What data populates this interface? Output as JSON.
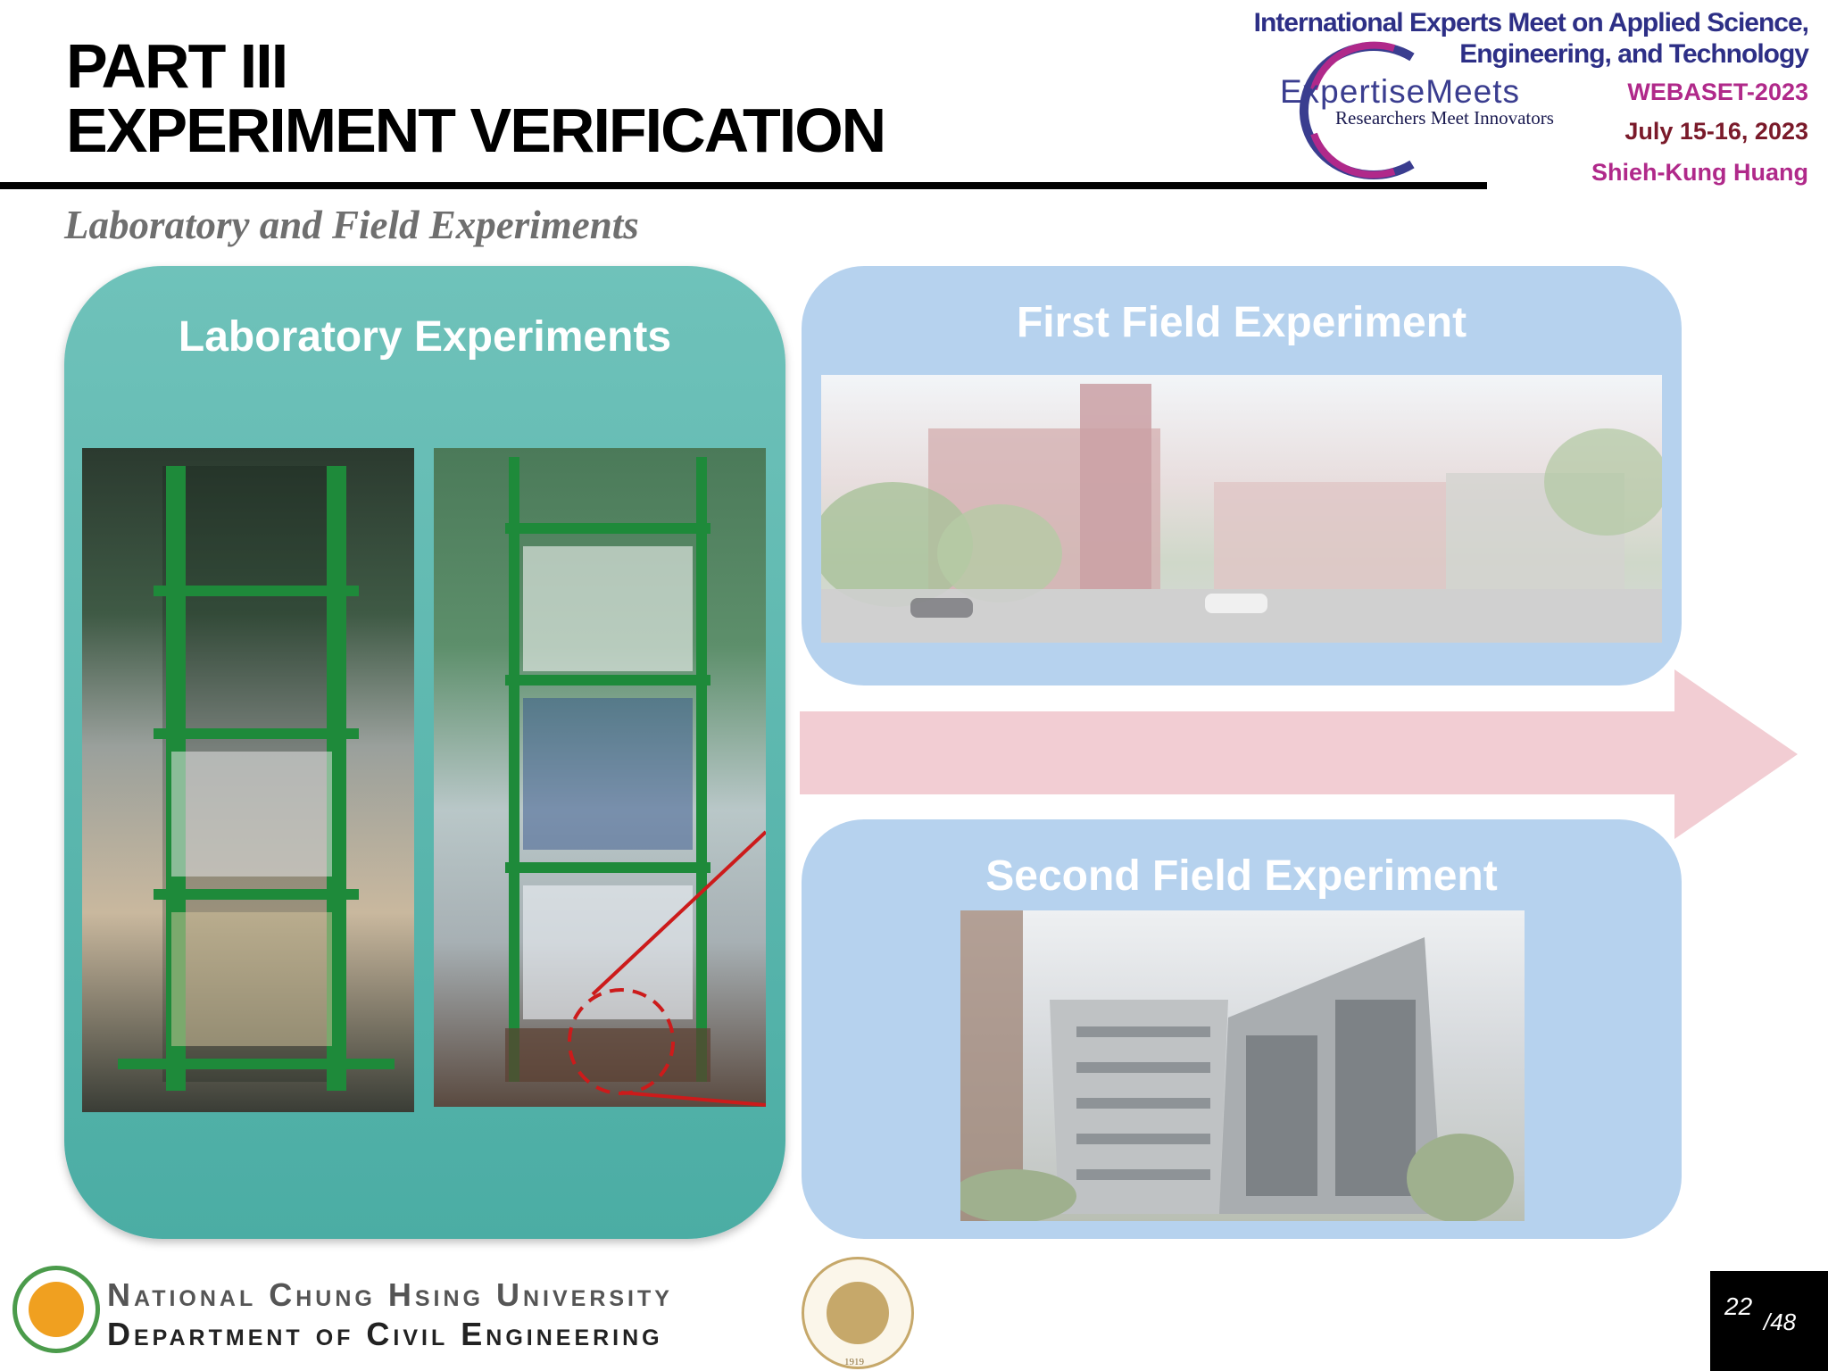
{
  "slide": {
    "title_line1": "PART III",
    "title_line2": "EXPERIMENT VERIFICATION",
    "subtitle": "Laboratory and Field Experiments"
  },
  "conference": {
    "line1": "International Experts Meet on Applied Science,",
    "line2": "Engineering, and Technology",
    "brand": "ExpertiseMeets",
    "tagline": "Researchers Meet Innovators",
    "event": "WEBASET-2023",
    "date": "July 15-16, 2023",
    "author": "Shieh-Kung Huang"
  },
  "panels": {
    "lab_heading": "Laboratory Experiments",
    "field1_heading": "First Field Experiment",
    "field2_heading": "Second Field Experiment"
  },
  "footer": {
    "university": "National Chung Hsing University",
    "department": "Department of Civil Engineering",
    "seal_year": "1919",
    "page_current": "22",
    "page_total": "/48"
  },
  "colors": {
    "lab_panel": "#5bb7ae",
    "field_panel": "#b6d2ee",
    "arrow": "#f2cdd3",
    "brand_blue": "#2d2f86",
    "brand_magenta": "#b0298a"
  }
}
